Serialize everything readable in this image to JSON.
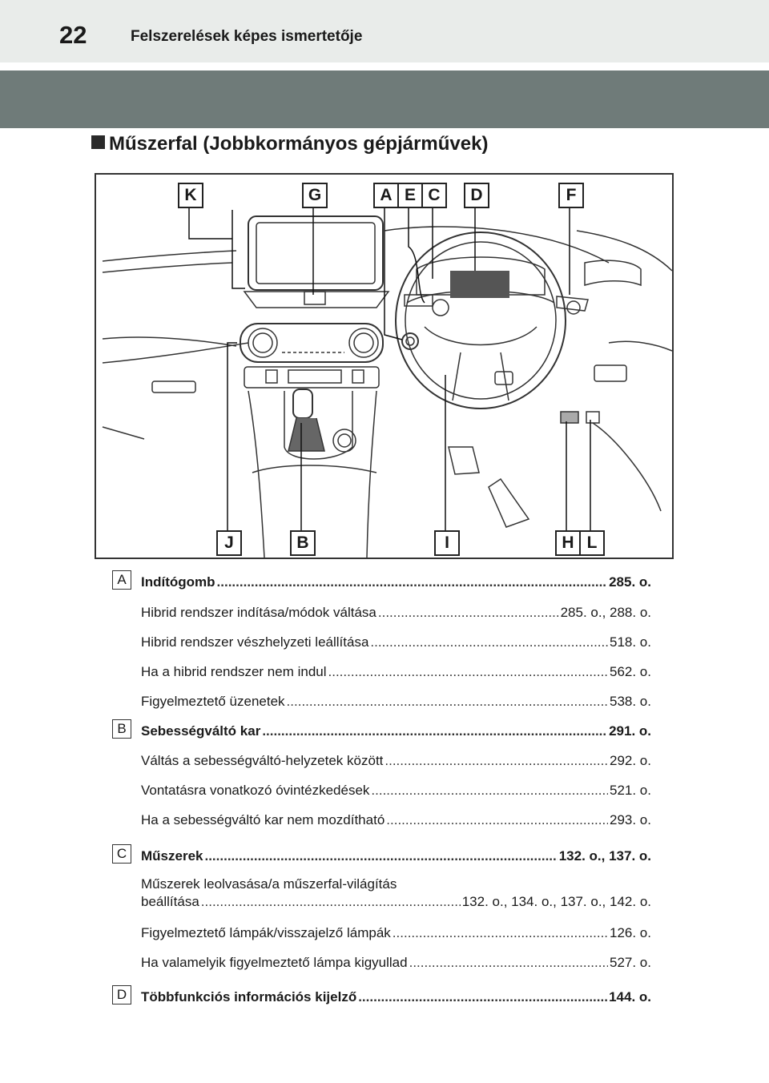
{
  "header": {
    "page_number": "22",
    "chapter": "Felszerelések képes ismertetője"
  },
  "section": {
    "title": "Műszerfal (Jobbkormányos gépjárművek)"
  },
  "diagram": {
    "top_labels": [
      "K",
      "G",
      "A",
      "E",
      "C",
      "D",
      "F"
    ],
    "bottom_labels": [
      "J",
      "B",
      "I",
      "H",
      "L"
    ]
  },
  "legend": [
    {
      "letter": "A",
      "main": {
        "label": "Indítógomb",
        "ref": "285. o."
      },
      "subs": [
        {
          "label": "Hibrid rendszer indítása/módok váltása",
          "ref": "285. o., 288. o."
        },
        {
          "label": "Hibrid rendszer vészhelyzeti leállítása",
          "ref": "518. o."
        },
        {
          "label": "Ha a hibrid rendszer nem indul",
          "ref": "562. o."
        },
        {
          "label": "Figyelmeztető üzenetek",
          "ref": "538. o."
        }
      ]
    },
    {
      "letter": "B",
      "main": {
        "label": "Sebességváltó kar",
        "ref": "291. o."
      },
      "subs": [
        {
          "label": "Váltás a sebességváltó-helyzetek között",
          "ref": "292. o."
        },
        {
          "label": "Vontatásra vonatkozó óvintézkedések",
          "ref": "521. o."
        },
        {
          "label": "Ha a sebességváltó kar nem mozdítható",
          "ref": "293. o."
        }
      ]
    },
    {
      "letter": "C",
      "main": {
        "label": "Műszerek",
        "ref": "132. o., 137. o."
      },
      "subs": [
        {
          "label": "Műszerek leolvasása/a műszerfal-világítás",
          "label2": "beállítása",
          "ref": "132. o., 134. o., 137. o., 142. o."
        },
        {
          "label": "Figyelmeztető lámpák/visszajelző lámpák",
          "ref": "126. o."
        },
        {
          "label": "Ha valamelyik figyelmeztető lámpa kigyullad",
          "ref": "527. o."
        }
      ]
    },
    {
      "letter": "D",
      "main": {
        "label": "Többfunkciós információs kijelző",
        "ref": "144. o."
      },
      "subs": []
    }
  ]
}
